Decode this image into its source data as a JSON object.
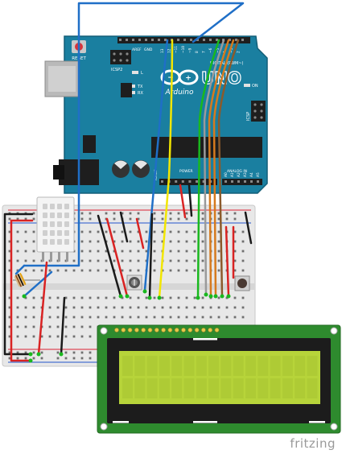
{
  "arduino": {
    "name": "Arduino",
    "model": "UNO",
    "reset_label": "RESET",
    "icsp2_label": "ICSP2",
    "icsp_label": "ICSP",
    "on_label": "ON",
    "digital_label": "DIGITAL (PWM~)",
    "analog_label": "ANALOG IN",
    "power_label": "POWER",
    "led_l": "L",
    "led_tx": "TX",
    "led_rx": "RX",
    "aref_label": "AREF",
    "gnd_label": "GND",
    "tx_label": "TX▶1",
    "rx_label": "RX◀0",
    "ioref_label": "IOREF",
    "reset_pin_label": "RESET",
    "v33_label": "3V3",
    "v5_label": "5V",
    "vin_label": "VIN",
    "digital_pins": [
      "13",
      "12",
      "~11",
      "~10",
      "~9",
      "8",
      "7",
      "~6",
      "~5",
      "4",
      "~3",
      "2"
    ],
    "analog_pins": [
      "A0",
      "A1",
      "A2",
      "A3",
      "A4",
      "A5"
    ]
  },
  "colors": {
    "board": "#1a7fa0",
    "wire_blue": "#1f6fc7",
    "wire_yellow": "#f2e600",
    "wire_green": "#19b81e",
    "wire_gray": "#9a9a9a",
    "wire_orange": "#d67a1e",
    "wire_brown": "#8b5a2b",
    "wire_red": "#d92323",
    "wire_black": "#1a1a1a",
    "lcd_screen": "#b7d43a",
    "lcd_pcb": "#2e8b2e",
    "breadboard": "#e9e9e9"
  },
  "brand": "fritzing"
}
